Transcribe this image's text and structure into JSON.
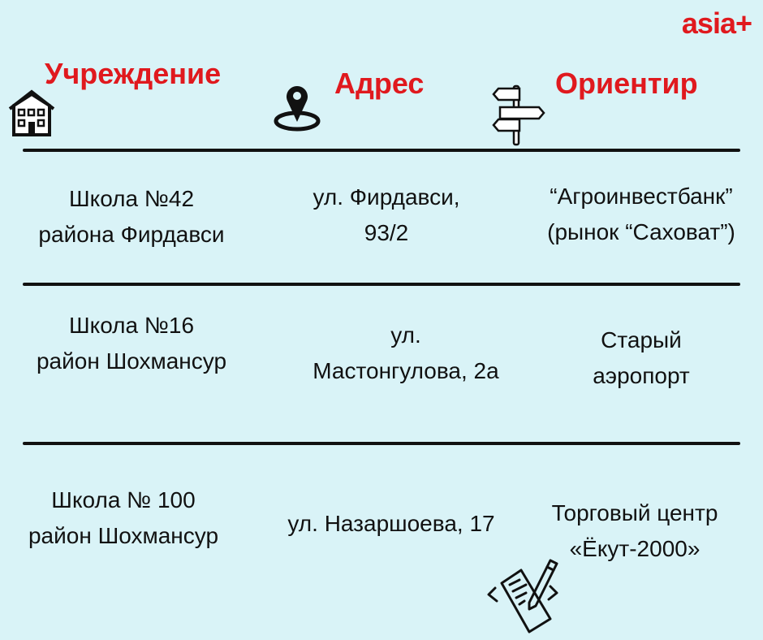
{
  "logo": "asia+",
  "headers": {
    "institution": "Учреждение",
    "address": "Адрес",
    "landmark": "Ориентир"
  },
  "rows": [
    {
      "institution": [
        "Школа №42",
        "района Фирдавси"
      ],
      "address": [
        "ул. Фирдавси,",
        "93/2"
      ],
      "landmark": [
        "“Агроинвестбанк”",
        "(рынок “Саховат”)"
      ]
    },
    {
      "institution": [
        "Школа №16",
        "район Шохмансур"
      ],
      "address": [
        "ул.",
        "Мастонгулова, 2а"
      ],
      "landmark": [
        "Старый",
        "аэропорт"
      ]
    },
    {
      "institution": [
        "Школа № 100",
        "район Шохмансур"
      ],
      "address": [
        "ул. Назаршоева, 17"
      ],
      "landmark": [
        "Торговый центр",
        "«Ёкут-2000»"
      ]
    }
  ],
  "colors": {
    "background": "#d9f3f7",
    "accent": "#e0191e"
  }
}
